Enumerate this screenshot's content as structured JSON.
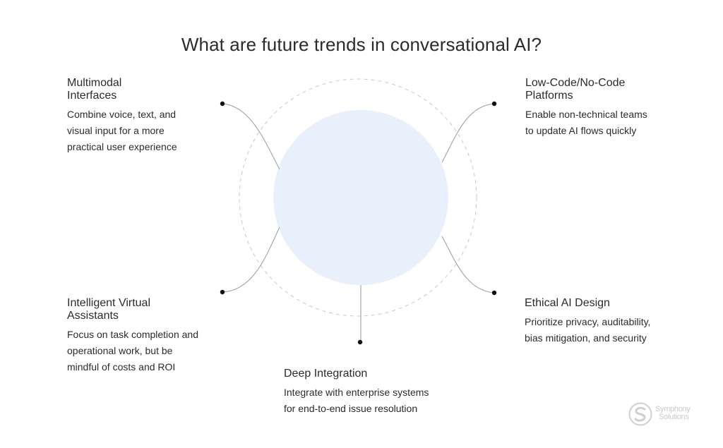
{
  "title": "What are future trends in conversational AI?",
  "colors": {
    "circle_fill": "#e8f1fb",
    "dashed_ring": "#c8c8c8",
    "connector": "#9a9a9a",
    "dot": "#111111",
    "text": "#2b2b2b",
    "logo": "#c9c9c9"
  },
  "trends": [
    {
      "id": "multimodal",
      "title_line1": "Multimodal",
      "title_line2": "Interfaces",
      "desc_lines": [
        "Combine voice, text, and",
        "visual input for a more",
        "practical user experience"
      ]
    },
    {
      "id": "lowcode",
      "title_line1": "Low-Code/No-Code",
      "title_line2": "Platforms",
      "desc_lines": [
        "Enable non-technical teams",
        "to update AI flows quickly"
      ]
    },
    {
      "id": "assistants",
      "title_line1": "Intelligent Virtual",
      "title_line2": "Assistants",
      "desc_lines": [
        "Focus on task completion and",
        "operational work, but be",
        "mindful of costs and ROI"
      ]
    },
    {
      "id": "ethical",
      "title_line1": "Ethical AI Design",
      "title_line2": "",
      "desc_lines": [
        "Prioritize privacy, auditability,",
        "bias mitigation, and security"
      ]
    },
    {
      "id": "integration",
      "title_line1": "Deep Integration",
      "title_line2": "",
      "desc_lines": [
        "Integrate with enterprise systems",
        "for end-to-end issue resolution"
      ]
    }
  ],
  "logo": {
    "line1": "Symphony",
    "line2": "Solutions",
    "icon": "symphony-s-logo-icon"
  }
}
